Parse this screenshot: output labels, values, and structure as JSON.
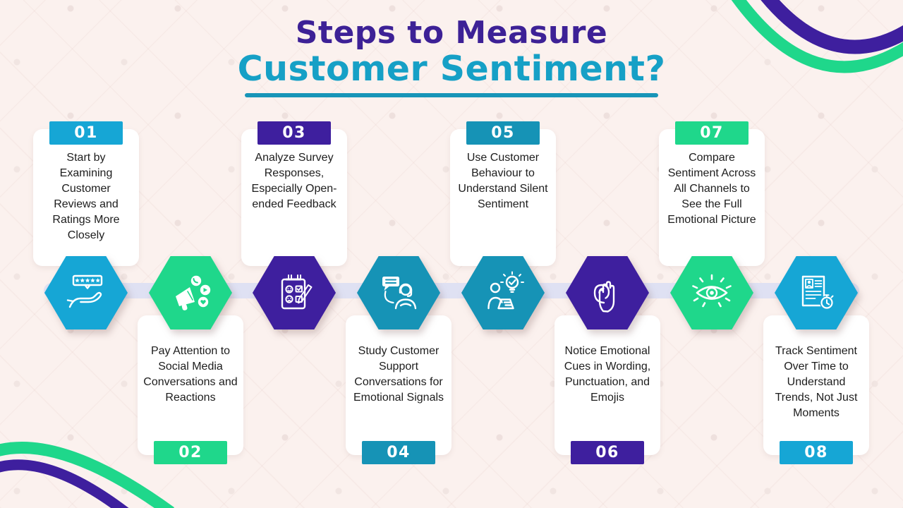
{
  "title": {
    "line1": "Steps to Measure",
    "line2": "Customer Sentiment?"
  },
  "colors": {
    "background": "#fbf1ee",
    "title_purple": "#3d2196",
    "title_teal": "#16a0c6",
    "underline_teal": "#1795b8",
    "timeline_band": "#dfe1f3",
    "card_white": "#ffffff",
    "text_dark": "#1d1d1d",
    "step_cyan": "#16a6d5",
    "step_teal": "#1693b6",
    "step_green": "#1fd78b",
    "step_purple": "#3e1f9e",
    "deco_purple": "#3e1f9e",
    "deco_green": "#1fd78b"
  },
  "steps": [
    {
      "number": "01",
      "position": "top",
      "color": "#16a6d5",
      "icon": "hand-rating-icon",
      "text": "Start by Examining Customer Reviews and Ratings More Closely"
    },
    {
      "number": "02",
      "position": "bottom",
      "color": "#1fd78b",
      "icon": "megaphone-social-icon",
      "text": "Pay Attention to Social Media Conversations and Reactions"
    },
    {
      "number": "03",
      "position": "top",
      "color": "#3e1f9e",
      "icon": "survey-clipboard-icon",
      "text": "Analyze Survey Responses, Especially Open-ended Feedback"
    },
    {
      "number": "04",
      "position": "bottom",
      "color": "#1693b6",
      "icon": "support-agent-icon",
      "text": "Study Customer Support Conversations for Emotional Signals"
    },
    {
      "number": "05",
      "position": "top",
      "color": "#1693b6",
      "icon": "behaviour-idea-icon",
      "text": "Use Customer Behaviour to Understand Silent Sentiment"
    },
    {
      "number": "06",
      "position": "bottom",
      "color": "#3e1f9e",
      "icon": "listening-ear-icon",
      "text": "Notice Emotional Cues in Wording, Punctuation, and Emojis"
    },
    {
      "number": "07",
      "position": "top",
      "color": "#1fd78b",
      "icon": "eye-icon",
      "text": "Compare Sentiment Across All Channels to See the Full Emotional Picture"
    },
    {
      "number": "08",
      "position": "bottom",
      "color": "#16a6d5",
      "icon": "track-time-icon",
      "text": "Track Sentiment Over Time to Understand Trends, Not Just Moments"
    }
  ]
}
